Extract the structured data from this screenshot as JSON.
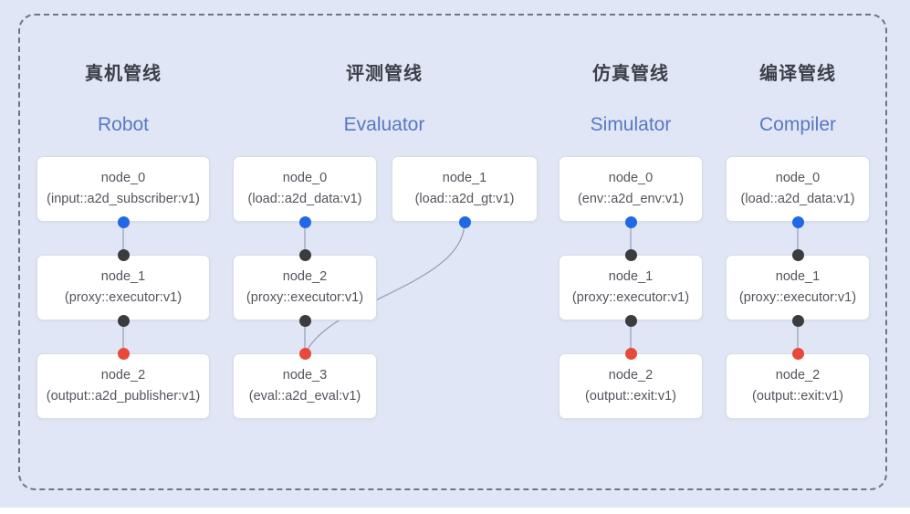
{
  "diagram": {
    "kind": "pipeline-node-graph",
    "colors": {
      "background": "#e0e6f5",
      "dashed_border": "#6e7584",
      "box_background": "#ffffff",
      "box_border": "#d8dce6",
      "node_text": "#53555c",
      "title_zh": "#3a3f49",
      "title_en": "#5878c2",
      "edge": "#9aa3b8",
      "port_input_blue": "#2268e4",
      "port_mid_black": "#3b3c40",
      "port_output_red": "#e74a3a"
    },
    "pipelines": [
      {
        "title_zh": "真机管线",
        "title_en": "Robot",
        "nodes": [
          {
            "name": "node_0",
            "type": "(input::a2d_subscriber:v1)"
          },
          {
            "name": "node_1",
            "type": "(proxy::executor:v1)"
          },
          {
            "name": "node_2",
            "type": "(output::a2d_publisher:v1)"
          }
        ],
        "edges": [
          {
            "from": "node_0",
            "to": "node_1"
          },
          {
            "from": "node_1",
            "to": "node_2"
          }
        ]
      },
      {
        "title_zh": "评测管线",
        "title_en": "Evaluator",
        "nodes": [
          {
            "name": "node_0",
            "type": "(load::a2d_data:v1)"
          },
          {
            "name": "node_1",
            "type": "(load::a2d_gt:v1)"
          },
          {
            "name": "node_2",
            "type": "(proxy::executor:v1)"
          },
          {
            "name": "node_3",
            "type": "(eval::a2d_eval:v1)"
          }
        ],
        "edges": [
          {
            "from": "node_0",
            "to": "node_2"
          },
          {
            "from": "node_2",
            "to": "node_3"
          },
          {
            "from": "node_1",
            "to": "node_3"
          }
        ]
      },
      {
        "title_zh": "仿真管线",
        "title_en": "Simulator",
        "nodes": [
          {
            "name": "node_0",
            "type": "(env::a2d_env:v1)"
          },
          {
            "name": "node_1",
            "type": "(proxy::executor:v1)"
          },
          {
            "name": "node_2",
            "type": "(output::exit:v1)"
          }
        ],
        "edges": [
          {
            "from": "node_0",
            "to": "node_1"
          },
          {
            "from": "node_1",
            "to": "node_2"
          }
        ]
      },
      {
        "title_zh": "编译管线",
        "title_en": "Compiler",
        "nodes": [
          {
            "name": "node_0",
            "type": "(load::a2d_data:v1)"
          },
          {
            "name": "node_1",
            "type": "(proxy::executor:v1)"
          },
          {
            "name": "node_2",
            "type": "(output::exit:v1)"
          }
        ],
        "edges": [
          {
            "from": "node_0",
            "to": "node_1"
          },
          {
            "from": "node_1",
            "to": "node_2"
          }
        ]
      }
    ]
  }
}
